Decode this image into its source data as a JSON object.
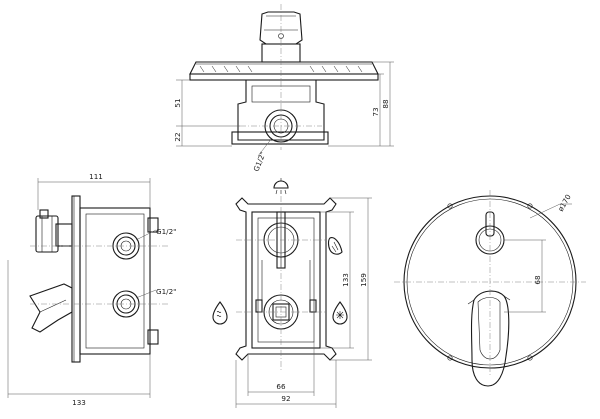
{
  "dimensions": {
    "top_width_111": "111",
    "height_51": "51",
    "depth_22": "22",
    "height_73": "73",
    "height_88": "88",
    "thread_top": "G1/2\"",
    "thread_side_upper": "G1/2\"",
    "thread_side_lower": "G1/2\"",
    "side_width_133": "133",
    "front_inner_66": "66",
    "front_outer_92": "92",
    "front_height_133": "133",
    "front_height_159": "159",
    "plate_diameter": "ø170",
    "plate_offset_68": "68"
  },
  "icons": {
    "top_outlet": "shower-head-icon",
    "right_outlet": "hand-shower-icon",
    "hot_water": "hot-water-icon",
    "cold_water": "cold-water-icon"
  },
  "colors": {
    "line": "#1a1a1a",
    "dimension": "#555555"
  }
}
